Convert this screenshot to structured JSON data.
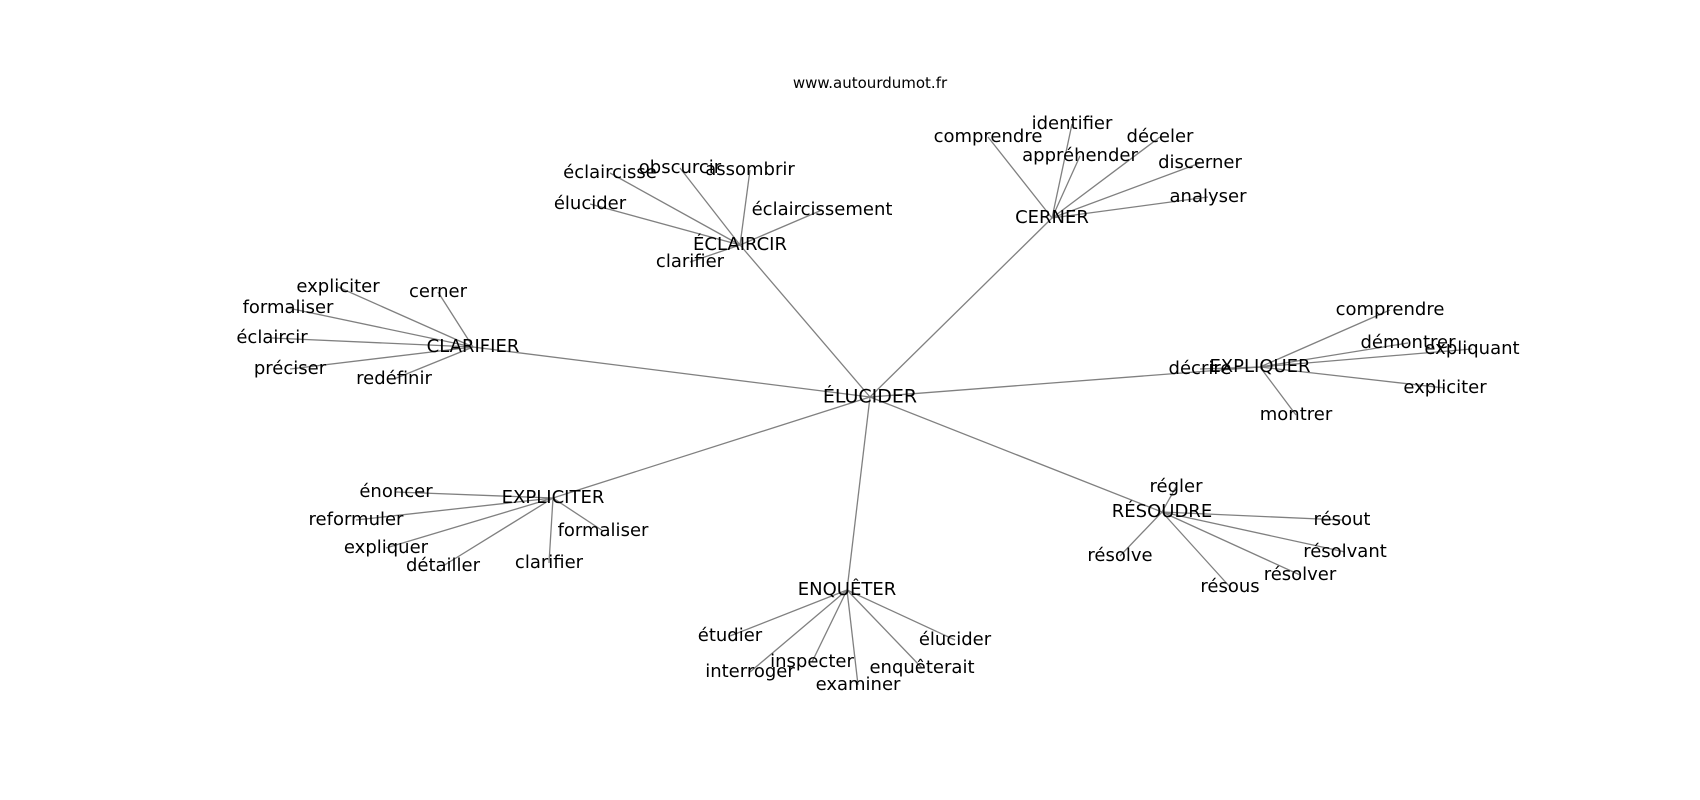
{
  "source": "www.autourdumot.fr",
  "center": {
    "id": "elucider",
    "label": "ÉLUCIDER"
  },
  "clusters": [
    {
      "id": "eclaircir",
      "label": "ÉCLAIRCIR",
      "leaves": [
        "obscurcir",
        "éclaircisse",
        "assombrir",
        "élucider",
        "éclaircissement",
        "clarifier"
      ]
    },
    {
      "id": "cerner",
      "label": "CERNER",
      "leaves": [
        "comprendre",
        "identifier",
        "appréhender",
        "déceler",
        "discerner",
        "analyser"
      ]
    },
    {
      "id": "clarifier",
      "label": "CLARIFIER",
      "leaves": [
        "expliciter",
        "cerner",
        "formaliser",
        "éclaircir",
        "préciser",
        "redéfinir"
      ]
    },
    {
      "id": "expliquer",
      "label": "EXPLIQUER",
      "leaves": [
        "comprendre",
        "démontrer",
        "expliquant",
        "décrire",
        "expliciter",
        "montrer"
      ]
    },
    {
      "id": "expliciter",
      "label": "EXPLICITER",
      "leaves": [
        "énoncer",
        "reformuler",
        "expliquer",
        "détailler",
        "formaliser",
        "clarifier"
      ]
    },
    {
      "id": "resoudre",
      "label": "RÉSOUDRE",
      "leaves": [
        "régler",
        "résout",
        "résolvant",
        "résolve",
        "résolver",
        "résous"
      ]
    },
    {
      "id": "enqueter",
      "label": "ENQUÊTER",
      "leaves": [
        "étudier",
        "élucider",
        "interroger",
        "inspecter",
        "enquêterait",
        "examiner"
      ]
    }
  ],
  "colors": {
    "edge": "#808080",
    "text": "#000000",
    "background": "#ffffff"
  }
}
